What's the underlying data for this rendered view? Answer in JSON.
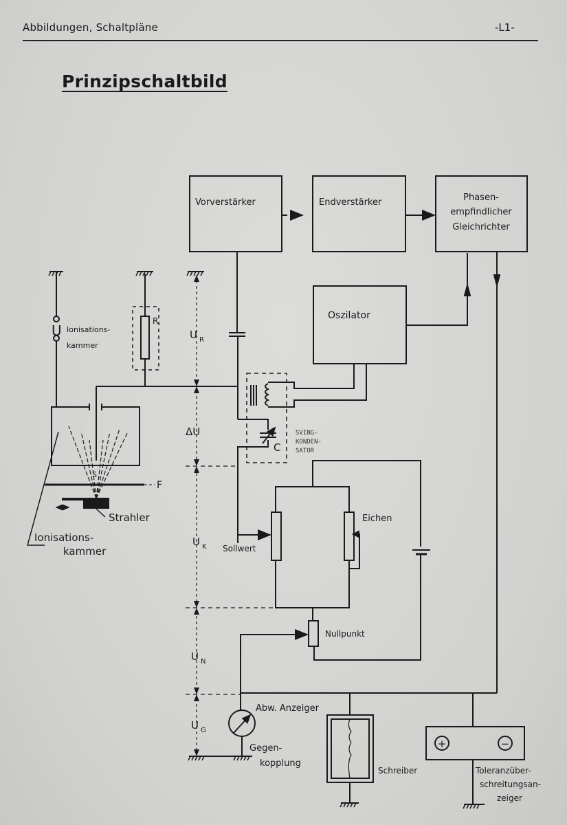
{
  "header": {
    "section": "Abbildungen, Schaltpläne",
    "page": "-L1-"
  },
  "title": "Prinzipschaltbild",
  "blocks": {
    "vorverstaerker": "Vorverstärker",
    "endverstaerker": "Endverstärker",
    "gleichrichter": [
      "Phasen-",
      "empfindlicher",
      "Gleichrichter"
    ],
    "oszillator": "Oszilator"
  },
  "components": {
    "ionisationskammer_top": [
      "Ionisations-",
      "kammer"
    ],
    "u_symbol": "U",
    "resistor": "R",
    "capacitor": "C",
    "swing_capacitor": [
      "SVING-",
      "KONDEN-",
      "SATOR"
    ],
    "source_s": "S",
    "filter_f": "F",
    "strahler": "Strahler",
    "ionisationskammer_bottom": [
      "Ionisations-",
      "kammer"
    ],
    "sollwert": "Sollwert",
    "eichen": "Eichen",
    "nullpunkt": "Nullpunkt",
    "abw_anzeiger": "Abw. Anzeiger",
    "gegenkopplung": [
      "Gegen-",
      "kopplung"
    ],
    "schreiber": "Schreiber",
    "toleranz": [
      "Toleranzüber-",
      "schreitungsan-",
      "zeiger"
    ],
    "plus": "+",
    "minus": "−"
  },
  "voltages": {
    "ur": {
      "main": "U",
      "sub": "R"
    },
    "du": {
      "main": "ΔU",
      "sub": ""
    },
    "uk": {
      "main": "U",
      "sub": "K"
    },
    "un": {
      "main": "U",
      "sub": "N"
    },
    "ug": {
      "main": "U",
      "sub": "G"
    }
  }
}
